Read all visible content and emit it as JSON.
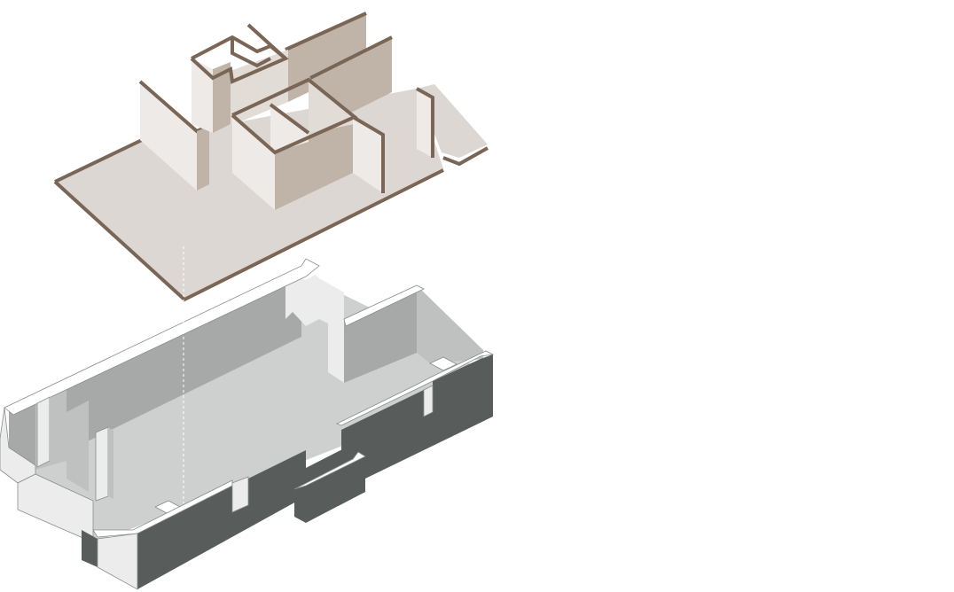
{
  "diagram": {
    "kind": "exploded-axonometric",
    "layers": [
      "interior-partition-layer",
      "existing-shell-layer"
    ],
    "colors": {
      "background": "#ffffff",
      "floor_slab": "#dcd7d2",
      "slab_edge": "#7a6656",
      "partition_light": "#eeeae7",
      "partition_mid": "#e2dcd7",
      "partition_shade": "#c0b3a7",
      "partition_outline": "#7a6656",
      "shell_floor": "#cdd0cf",
      "shell_inner_wall": "#a7a9a8",
      "shell_inner_wall_light": "#bfc1c0",
      "shell_wall_top": "#ffffff",
      "shell_wall_face_light": "#ececec",
      "shell_exterior_dark": "#585d5c",
      "shell_outline": "#8a8d8c",
      "alignment_line": "#ffffff"
    }
  }
}
